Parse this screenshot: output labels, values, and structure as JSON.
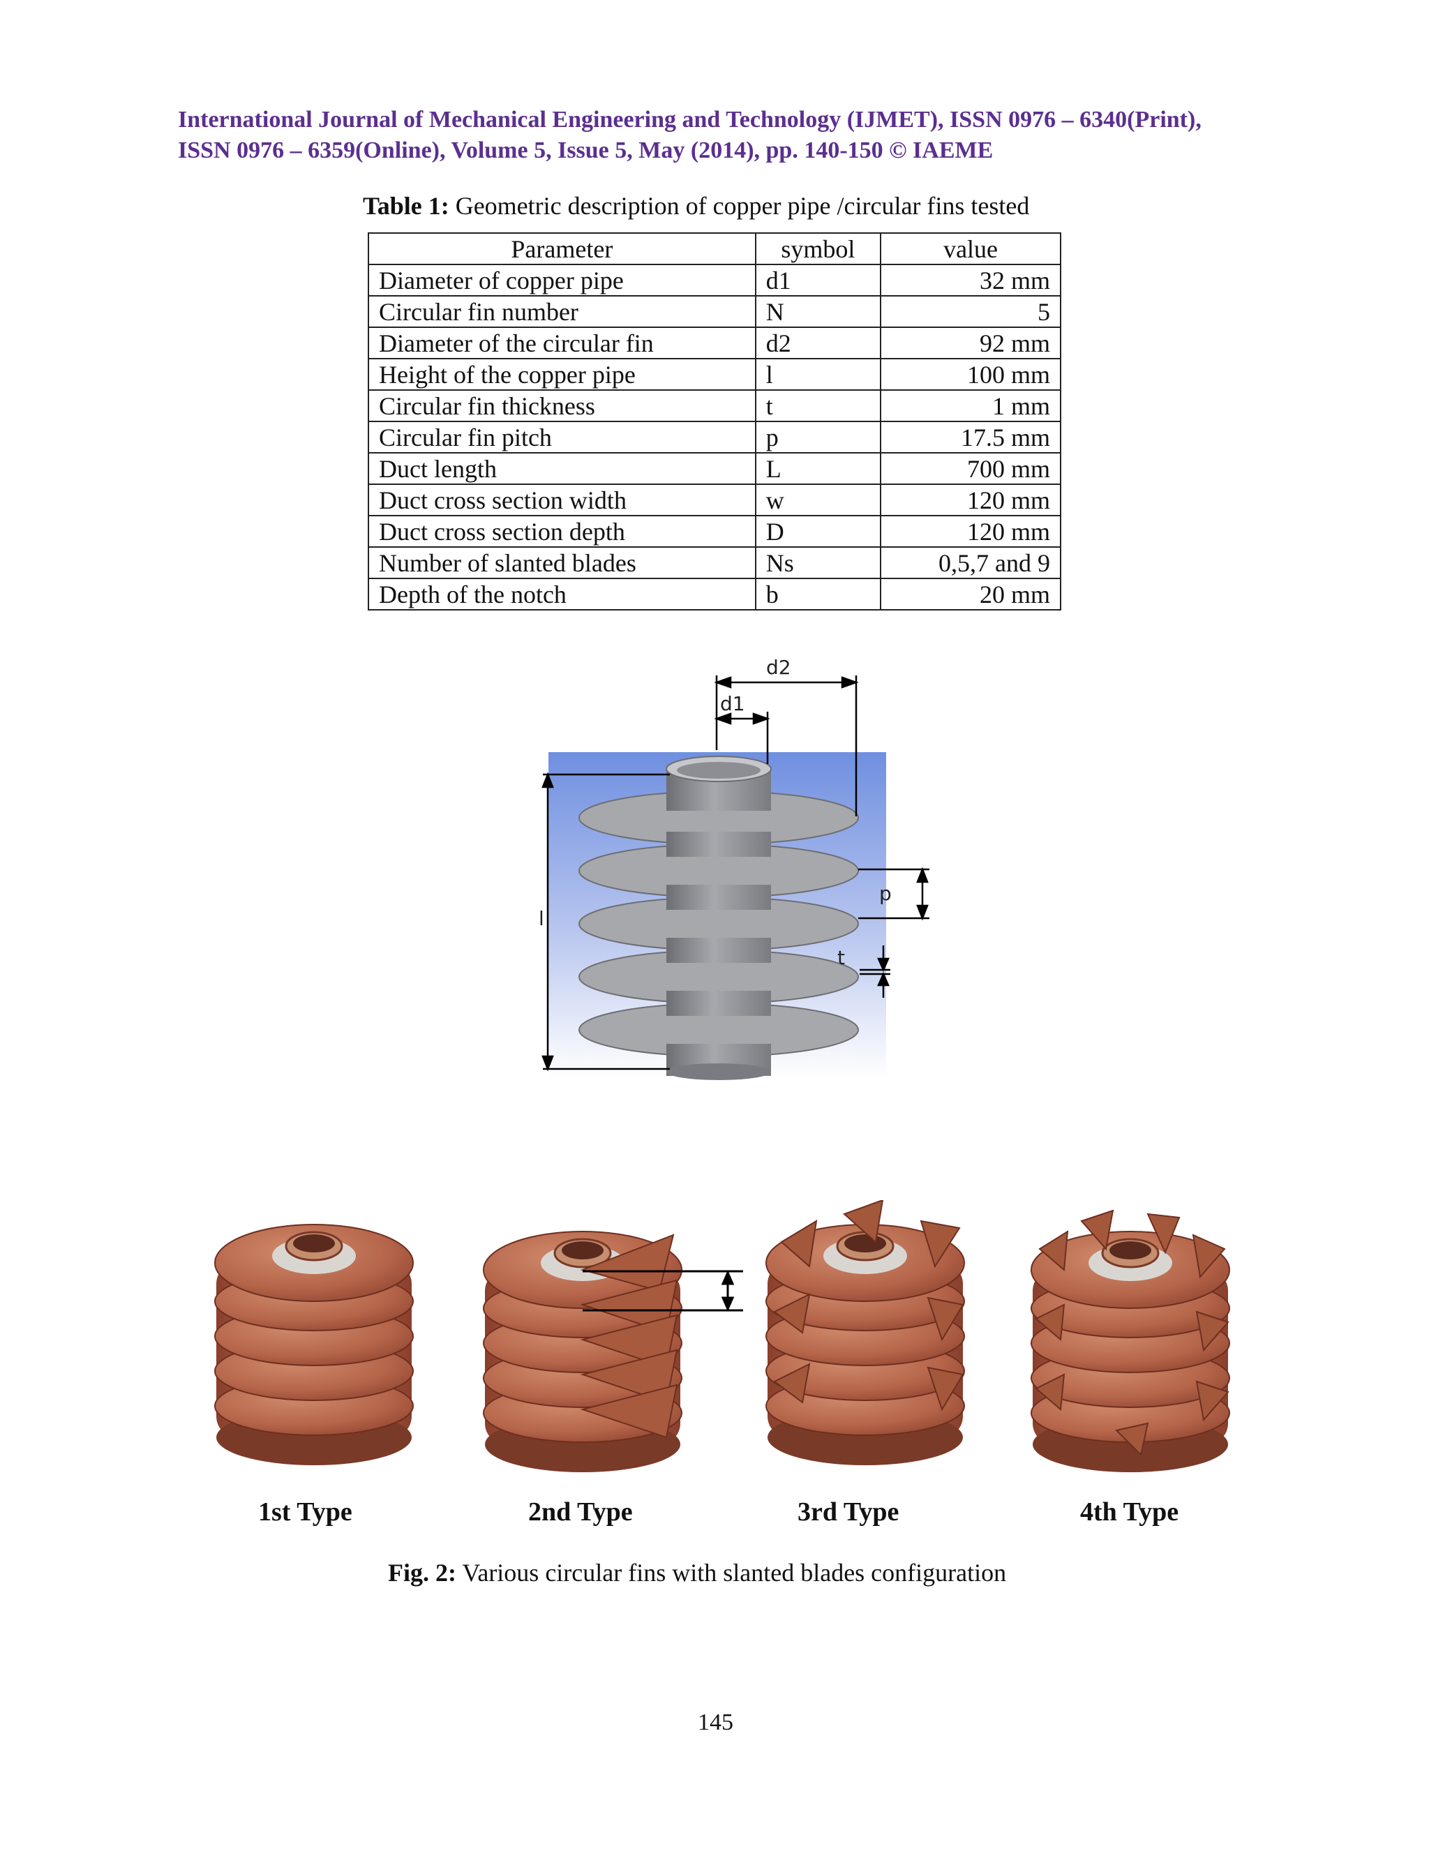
{
  "header": {
    "line1": "International Journal of Mechanical Engineering and Technology (IJMET), ISSN 0976 – 6340(Print),",
    "line2": "ISSN 0976 – 6359(Online), Volume 5, Issue 5, May (2014), pp. 140-150 © IAEME"
  },
  "table": {
    "caption_label": "Table 1:",
    "caption_text": " Geometric description of copper pipe /circular fins tested",
    "headers": [
      "Parameter",
      "symbol",
      "value"
    ],
    "rows": [
      [
        "Diameter of copper  pipe",
        "d1",
        "32 mm"
      ],
      [
        "Circular fin number",
        "N",
        "5"
      ],
      [
        "Diameter of the circular fin",
        "d2",
        "92 mm"
      ],
      [
        "Height of the copper pipe",
        "l",
        "100 mm"
      ],
      [
        "Circular fin thickness",
        "t",
        "1 mm"
      ],
      [
        "Circular fin pitch",
        "p",
        "17.5 mm"
      ],
      [
        "Duct length",
        "L",
        "700 mm"
      ],
      [
        "Duct cross section width",
        "w",
        "120 mm"
      ],
      [
        "Duct cross section depth",
        "D",
        "120 mm"
      ],
      [
        "Number of slanted blades",
        "Ns",
        "0,5,7 and 9"
      ],
      [
        "Depth of the notch",
        "b",
        "20 mm"
      ]
    ]
  },
  "diagram": {
    "labels": {
      "d2": "d2",
      "d1": "d1",
      "p": "p",
      "t": "t",
      "l": "l"
    },
    "colors": {
      "background_top": "#6f8fe0",
      "background_bottom": "#ffffff",
      "fin": "#a7a8ac",
      "pipe": "#8e8f94"
    }
  },
  "figure": {
    "types": [
      "1st Type",
      "2nd Type",
      "3rd Type",
      "4th Type"
    ],
    "caption_label": "Fig. 2:",
    "caption_text": " Various circular fins with slanted blades configuration",
    "colors": {
      "copper": "#b5654a",
      "copper_dark": "#8a3f2c",
      "copper_light": "#d08a6c"
    }
  },
  "page_number": "145"
}
